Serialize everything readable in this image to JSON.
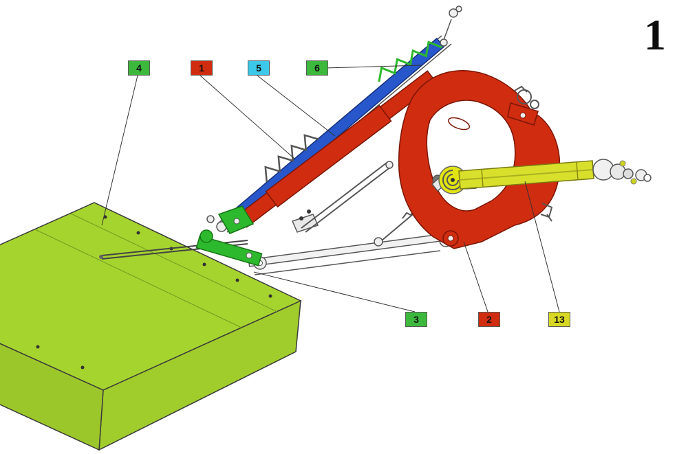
{
  "figure_number": "1",
  "callouts": [
    {
      "text": "4",
      "color": "#3cb83c"
    },
    {
      "text": "1",
      "color": "#d02c10"
    },
    {
      "text": "5",
      "color": "#3cc8e8"
    },
    {
      "text": "6",
      "color": "#3cb83c"
    },
    {
      "text": "3",
      "color": "#3cb83c"
    },
    {
      "text": "2",
      "color": "#d02c10"
    },
    {
      "text": "13",
      "color": "#d8d824"
    }
  ],
  "highlight_colors": {
    "deck_green": "#a6d42f",
    "frame_red": "#d02c10",
    "cylinder_red": "#d02c10",
    "cylinder_blue": "#2857cc",
    "linkage_green": "#2db92d",
    "spring_green": "#2db92d",
    "pto_shaft_yellow": "#d8e02c",
    "line_art_gray": "#555555"
  }
}
